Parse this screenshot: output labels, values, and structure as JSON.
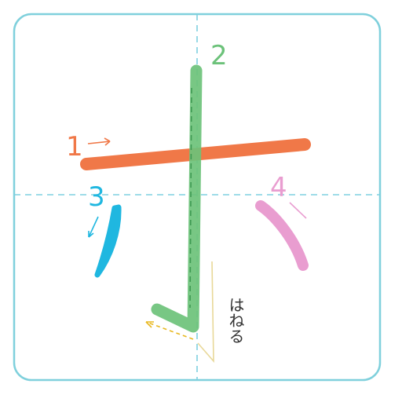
{
  "strokes": [
    {
      "number": "1",
      "color": "#f07848"
    },
    {
      "number": "2",
      "color": "#6cc27a"
    },
    {
      "number": "3",
      "color": "#1fb7e0"
    },
    {
      "number": "4",
      "color": "#e99dd0"
    }
  ],
  "annotation": {
    "text": "はねる",
    "arrow_color": "#e8b820",
    "guide_color": "#e8d898"
  },
  "grid": {
    "border_color": "#7fd0dc",
    "guide_color": "#7fd0e0"
  }
}
